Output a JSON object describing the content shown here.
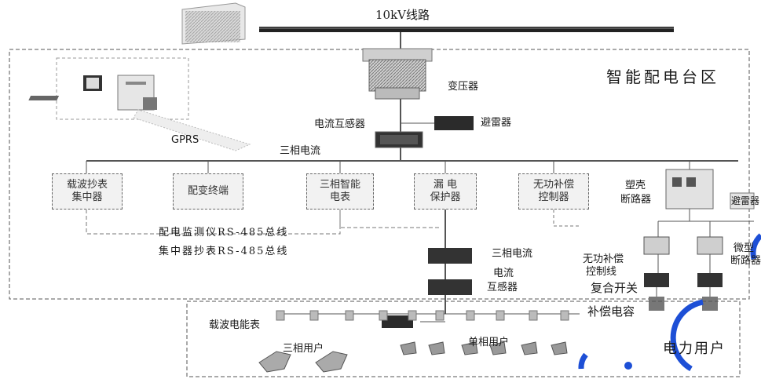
{
  "line_title": "10kV线路",
  "zone_title": "智能配电台区",
  "transformer": "变压器",
  "ct_top": "电流互感器",
  "arrester_top": "避雷器",
  "gprs": "GPRS",
  "three_phase_current": "三相电流",
  "modules": {
    "carrier_concentrator": [
      "载波抄表",
      "集中器"
    ],
    "distribution_terminal": [
      "配变终端"
    ],
    "smart_meter": [
      "三相智能",
      "电表"
    ],
    "leakage_protector": [
      "漏 电",
      "保护器"
    ],
    "var_controller": [
      "无功补偿",
      "控制器"
    ]
  },
  "bus_monitor": "配电监测仪RS-485总线",
  "bus_reader": "集中器抄表RS-485总线",
  "three_phase_current_2": "三相电流",
  "ct_bottom": [
    "电流",
    "互感器"
  ],
  "molded_breaker": [
    "塑壳",
    "断路器"
  ],
  "arrester_right": "避雷器",
  "mini_breaker": [
    "微型",
    "断路器"
  ],
  "var_control_line": [
    "无功补偿",
    "控制线"
  ],
  "composite_switch": "复合开关",
  "comp_capacitor": "补偿电容",
  "carrier_meter": "载波电能表",
  "three_phase_user": "三相用户",
  "single_phase_user": "单相用户",
  "power_users": "电力用户",
  "colors": {
    "line": "#555555",
    "box": "#f2f2f2",
    "watermark": "#1d4fd6"
  }
}
